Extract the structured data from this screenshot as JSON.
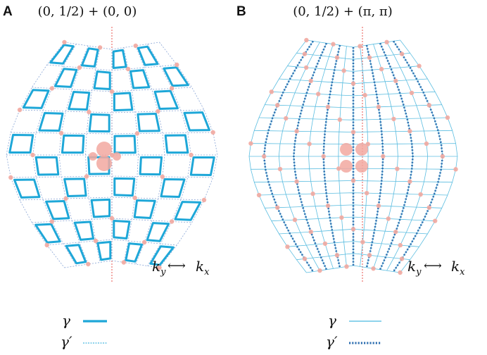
{
  "panel_a": {
    "letter": "A",
    "title": "(0, 1/2) + (0, 0)",
    "axis_label": {
      "left": "k",
      "left_sub": "y",
      "arrow": "⟷",
      "right": "k",
      "right_sub": "x"
    }
  },
  "panel_b": {
    "letter": "B",
    "title": "(0, 1/2) + (π, π)",
    "axis_label": {
      "left": "k",
      "left_sub": "y",
      "arrow": "⟷",
      "right": "k",
      "right_sub": "x"
    }
  },
  "legend_a": [
    {
      "symbol": "γ",
      "style": "thick-solid"
    },
    {
      "symbol": "γ′",
      "style": "thin-dashed"
    }
  ],
  "legend_b": [
    {
      "symbol": "γ",
      "style": "thin-solid"
    },
    {
      "symbol": "γ′",
      "style": "thick-dotted"
    }
  ],
  "colors": {
    "gamma": "#1ea7d8",
    "gamma_light": "#5bbde0",
    "gamma_dotted": "#2f6fb0",
    "grid_dashed": "#8aa6d6",
    "dot": "#f2a8a0",
    "center_line": "#e8544f"
  }
}
